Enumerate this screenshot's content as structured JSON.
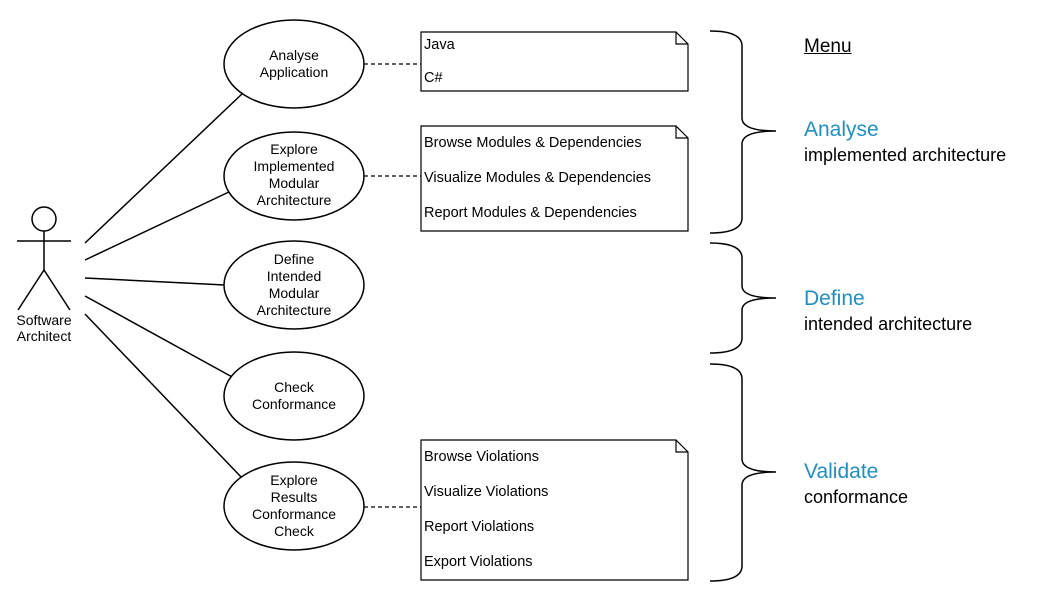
{
  "actor": {
    "label_line1": "Software",
    "label_line2": "Architect"
  },
  "use_cases": [
    {
      "id": "analyse-application",
      "lines": [
        "Analyse",
        "Application"
      ]
    },
    {
      "id": "explore-implemented",
      "lines": [
        "Explore",
        "Implemented",
        "Modular",
        "Architecture"
      ]
    },
    {
      "id": "define-intended",
      "lines": [
        "Define",
        "Intended",
        "Modular",
        "Architecture"
      ]
    },
    {
      "id": "check-conformance",
      "lines": [
        "Check",
        "Conformance"
      ]
    },
    {
      "id": "explore-results",
      "lines": [
        "Explore",
        "Results",
        "Conformance",
        "Check"
      ]
    }
  ],
  "notes": [
    {
      "id": "languages",
      "items": [
        "Java",
        "C#"
      ]
    },
    {
      "id": "modules",
      "items": [
        "Browse Modules & Dependencies",
        "Visualize Modules & Dependencies",
        "Report Modules & Dependencies"
      ]
    },
    {
      "id": "violations",
      "items": [
        "Browse Violations",
        "Visualize Violations",
        "Report Violations",
        "Export Violations"
      ]
    }
  ],
  "menu": {
    "title": "Menu",
    "sections": [
      {
        "title": "Analyse",
        "subtitle": "implemented architecture"
      },
      {
        "title": "Define",
        "subtitle": "intended architecture"
      },
      {
        "title": "Validate",
        "subtitle": "conformance"
      }
    ]
  },
  "colors": {
    "section_title": "#1f8fc1",
    "stroke": "#000000"
  }
}
